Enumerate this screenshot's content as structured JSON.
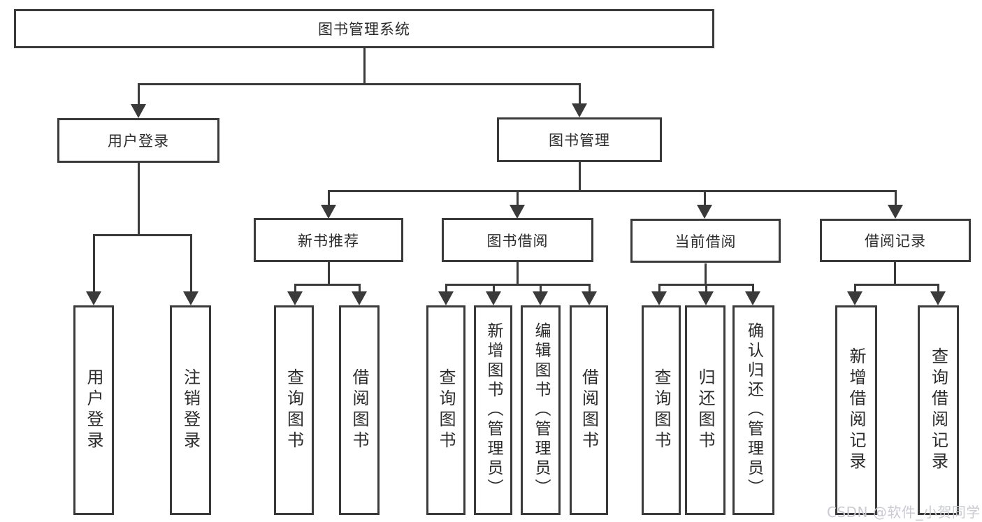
{
  "tree": {
    "root": {
      "label": "图书管理系统"
    },
    "branches": [
      {
        "label": "用户登录",
        "children": [
          "用户登录",
          "注销登录"
        ]
      },
      {
        "label": "图书管理",
        "sections": [
          {
            "label": "新书推荐",
            "children": [
              "查询图书",
              "借阅图书"
            ]
          },
          {
            "label": "图书借阅",
            "children": [
              "查询图书",
              "新增图书（管理员）",
              "编辑图书（管理员）",
              "借阅图书"
            ]
          },
          {
            "label": "当前借阅",
            "children": [
              "查询图书",
              "归还图书",
              "确认归还（管理员）"
            ]
          },
          {
            "label": "借阅记录",
            "children": [
              "新增借阅记录",
              "查询借阅记录"
            ]
          }
        ]
      }
    ]
  },
  "watermark": {
    "text": "CSDN @软件_小贺同学",
    "color": "#cacbd3"
  },
  "colors": {
    "line": "#3a3a3a",
    "box_border": "#3a3a3a",
    "text": "#2b2b2b",
    "background": "#ffffff"
  }
}
